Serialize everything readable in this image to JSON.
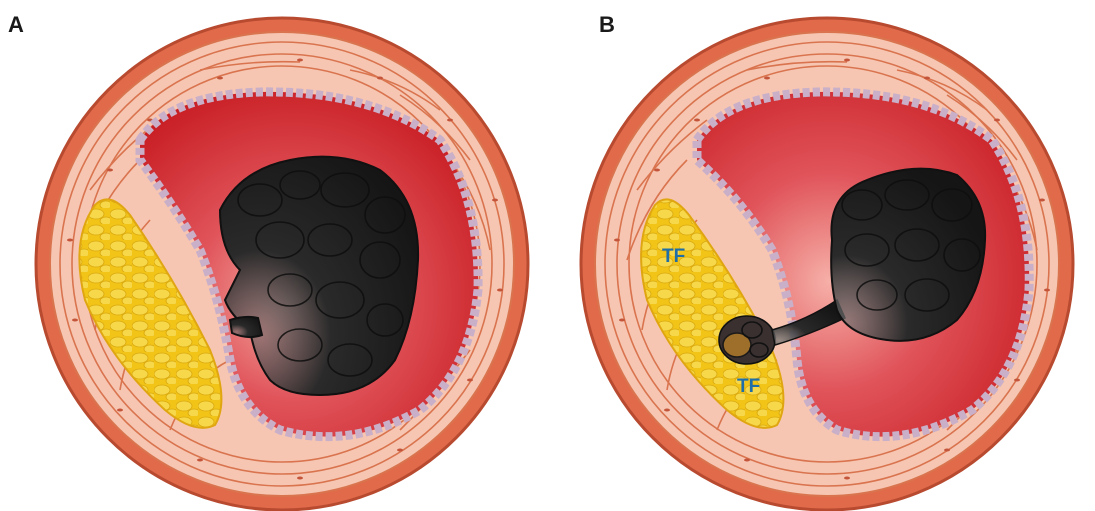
{
  "panels": [
    {
      "label": "A"
    },
    {
      "label": "B",
      "annotations": [
        "TF",
        "TF"
      ]
    }
  ],
  "colors": {
    "adventitia": "#e06a4a",
    "media": "#f6c6b2",
    "fiber": "#d9744f",
    "lumen_dark": "#c81e24",
    "lumen_light": "#f4a6a0",
    "endothelium": "#c9b0c8",
    "lipid_core": "#f2c417",
    "thrombus": "#1e1e1e",
    "tf_label": "#1f6ea8"
  }
}
